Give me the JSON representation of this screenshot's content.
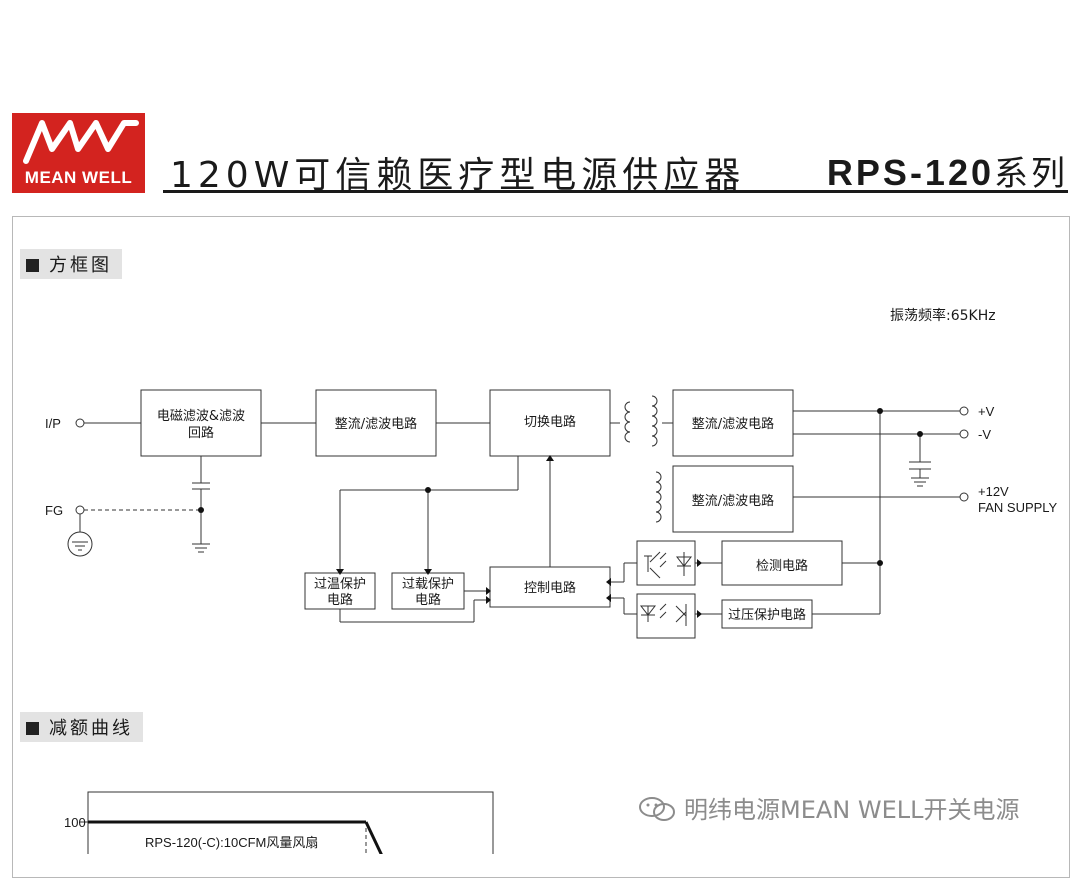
{
  "header": {
    "logo_text": "MEAN WELL",
    "doc_title": "120W可信赖医疗型电源供应器",
    "series_model": "RPS-120",
    "series_suffix": "系列"
  },
  "sections": {
    "block_diagram": "方框图",
    "derating": "减额曲线"
  },
  "block_diagram": {
    "oscillation": "振荡频率:65KHz",
    "blocks": {
      "emi_filter_l1": "电磁滤波&滤波",
      "emi_filter_l2": "回路",
      "rectifier1": "整流/滤波电路",
      "switching": "切换电路",
      "rectifier_out": "整流/滤波电路",
      "rectifier_fan": "整流/滤波电路",
      "detection": "检测电路",
      "otp_l1": "过温保护",
      "otp_l2": "电路",
      "olp_l1": "过载保护",
      "olp_l2": "电路",
      "control": "控制电路",
      "ovp": "过压保护电路"
    },
    "terminals": {
      "ip": "I/P",
      "fg": "FG",
      "vplus": "+V",
      "vminus": "-V",
      "fan_v": "+12V",
      "fan_label": "FAN SUPPLY"
    }
  },
  "derating_chart": {
    "y_tick_top": "100",
    "series_label": "RPS-120(-C):10CFM风量风扇"
  },
  "watermark": "明纬电源MEAN WELL开关电源"
}
